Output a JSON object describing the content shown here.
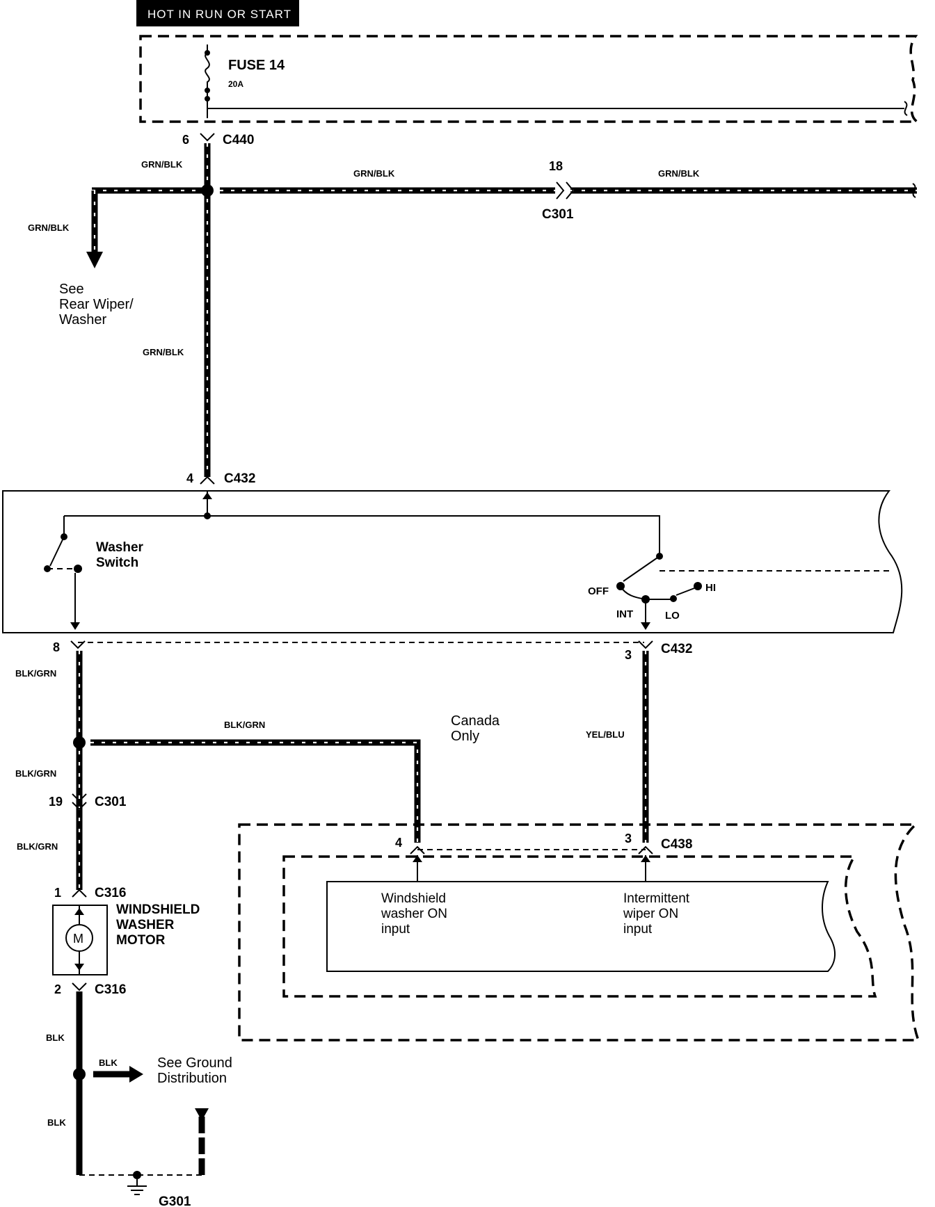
{
  "header": {
    "hot_label": "HOT IN RUN OR START"
  },
  "fuse": {
    "name": "FUSE 14",
    "rating": "20A"
  },
  "connectors": {
    "c440": {
      "name": "C440",
      "pin": "6"
    },
    "c301_top": {
      "name": "C301",
      "pin": "18"
    },
    "c432_top": {
      "name": "C432",
      "pin": "4"
    },
    "c432_bottom": {
      "name": "C432",
      "pin_left": "8",
      "pin_right": "3"
    },
    "c301_left": {
      "name": "C301",
      "pin": "19"
    },
    "c316_top": {
      "name": "C316",
      "pin": "1"
    },
    "c316_bottom": {
      "name": "C316",
      "pin": "2"
    },
    "c438": {
      "name": "C438",
      "pin_left": "4",
      "pin_right": "3"
    }
  },
  "wires": {
    "grn_blk": "GRN/BLK",
    "blk_grn": "BLK/GRN",
    "yel_blu": "YEL/BLU",
    "blk": "BLK"
  },
  "notes": {
    "rear_wiper": {
      "line1": "See",
      "line2": "Rear Wiper/",
      "line3": "Washer"
    },
    "canada": {
      "line1": "Canada",
      "line2": "Only"
    },
    "ground": {
      "line1": "See Ground",
      "line2": "Distribution"
    }
  },
  "switch": {
    "washer": {
      "line1": "Washer",
      "line2": "Switch"
    },
    "positions": {
      "off": "OFF",
      "int": "INT",
      "lo": "LO",
      "hi": "HI"
    }
  },
  "motor": {
    "symbol": "M",
    "label": {
      "line1": "WINDSHIELD",
      "line2": "WASHER",
      "line3": "MOTOR"
    }
  },
  "control_unit": {
    "input_left": {
      "line1": "Windshield",
      "line2": "washer ON",
      "line3": "input"
    },
    "input_right": {
      "line1": "Intermittent",
      "line2": "wiper ON",
      "line3": "input"
    }
  },
  "ground": {
    "name": "G301"
  }
}
